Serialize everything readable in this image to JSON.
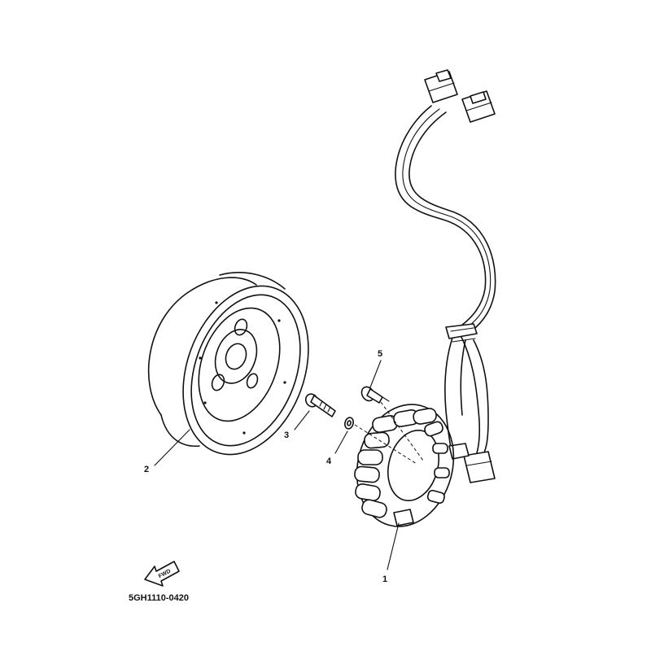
{
  "callouts": [
    {
      "id": "1",
      "label": "1"
    },
    {
      "id": "2",
      "label": "2"
    },
    {
      "id": "3",
      "label": "3"
    },
    {
      "id": "4",
      "label": "4"
    },
    {
      "id": "5",
      "label": "5"
    }
  ],
  "fwd_label": "FWD",
  "diagram_code": "5GH1110-0420"
}
